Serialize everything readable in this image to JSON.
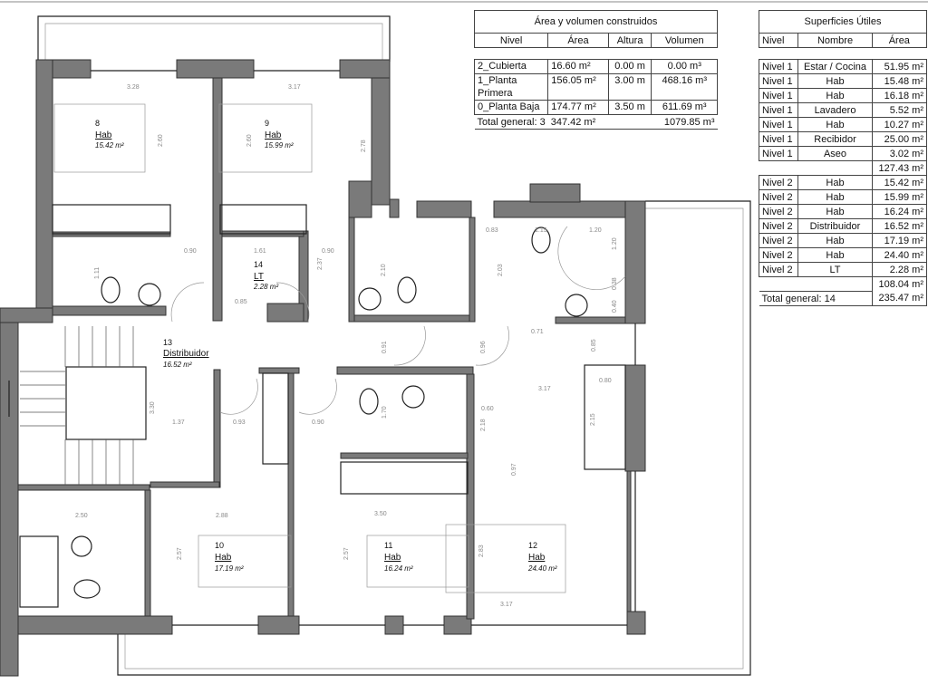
{
  "volume_table": {
    "title": "Área y volumen construidos",
    "headers": [
      "Nivel",
      "Área",
      "Altura",
      "Volumen"
    ],
    "rows": [
      {
        "nivel": "2_Cubierta",
        "area": "16.60 m²",
        "altura": "0.00 m",
        "volumen": "0.00 m³"
      },
      {
        "nivel": "1_Planta Primera",
        "area": "156.05 m²",
        "altura": "3.00 m",
        "volumen": "468.16 m³"
      },
      {
        "nivel": "0_Planta Baja",
        "area": "174.77 m²",
        "altura": "3.50 m",
        "volumen": "611.69 m³"
      }
    ],
    "total": {
      "label": "Total general: 3",
      "area": "347.42 m²",
      "volumen": "1079.85 m³"
    }
  },
  "areas_table": {
    "title": "Superficies Útiles",
    "headers": [
      "Nivel",
      "Nombre",
      "Área"
    ],
    "rows": [
      {
        "nivel": "Nivel 1",
        "nombre": "Estar / Cocina",
        "area": "51.95 m²"
      },
      {
        "nivel": "Nivel 1",
        "nombre": "Hab",
        "area": "15.48 m²"
      },
      {
        "nivel": "Nivel 1",
        "nombre": "Hab",
        "area": "16.18 m²"
      },
      {
        "nivel": "Nivel 1",
        "nombre": "Lavadero",
        "area": "5.52 m²"
      },
      {
        "nivel": "Nivel 1",
        "nombre": "Hab",
        "area": "10.27 m²"
      },
      {
        "nivel": "Nivel 1",
        "nombre": "Recibidor",
        "area": "25.00 m²"
      },
      {
        "nivel": "Nivel 1",
        "nombre": "Aseo",
        "area": "3.02 m²"
      },
      {
        "nivel": "Nivel 2",
        "nombre": "Hab",
        "area": "15.42 m²"
      },
      {
        "nivel": "Nivel 2",
        "nombre": "Hab",
        "area": "15.99 m²"
      },
      {
        "nivel": "Nivel 2",
        "nombre": "Hab",
        "area": "16.24 m²"
      },
      {
        "nivel": "Nivel 2",
        "nombre": "Distribuidor",
        "area": "16.52 m²"
      },
      {
        "nivel": "Nivel 2",
        "nombre": "Hab",
        "area": "17.19 m²"
      },
      {
        "nivel": "Nivel 2",
        "nombre": "Hab",
        "area": "24.40 m²"
      },
      {
        "nivel": "Nivel 2",
        "nombre": "LT",
        "area": "2.28 m²"
      }
    ],
    "subtotal_nivel1": "127.43 m²",
    "subtotal_nivel2": "108.04 m²",
    "total": {
      "label": "Total general: 14",
      "area": "235.47 m²"
    }
  },
  "rooms": [
    {
      "number": "8",
      "name": "Hab",
      "area": "15.42 m²"
    },
    {
      "number": "9",
      "name": "Hab",
      "area": "15.99 m²"
    },
    {
      "number": "14",
      "name": "LT",
      "area": "2.28 m²"
    },
    {
      "number": "13",
      "name": "Distribuidor",
      "area": "16.52 m²"
    },
    {
      "number": "10",
      "name": "Hab",
      "area": "17.19 m²"
    },
    {
      "number": "11",
      "name": "Hab",
      "area": "16.24 m²"
    },
    {
      "number": "12",
      "name": "Hab",
      "area": "24.40 m²"
    }
  ],
  "dimensions": [
    "3.28",
    "3.17",
    "2.60",
    "2.60",
    "2.78",
    "0.90",
    "1.61",
    "0.90",
    "2.37",
    "1.11",
    "0.85",
    "2.10",
    "0.83",
    "1.15",
    "1.20",
    "1.20",
    "2.03",
    "0.38",
    "0.40",
    "0.71",
    "0.91",
    "0.96",
    "0.85",
    "0.80",
    "3.17",
    "3.30",
    "1.37",
    "0.93",
    "0.90",
    "1.70",
    "0.60",
    "2.18",
    "2.15",
    "0.97",
    "2.50",
    "2.88",
    "3.50",
    "2.57",
    "2.57",
    "2.83",
    "3.17"
  ],
  "colors": {
    "wall": "#7a7a7a",
    "line": "#222222",
    "dimension": "#888888"
  }
}
